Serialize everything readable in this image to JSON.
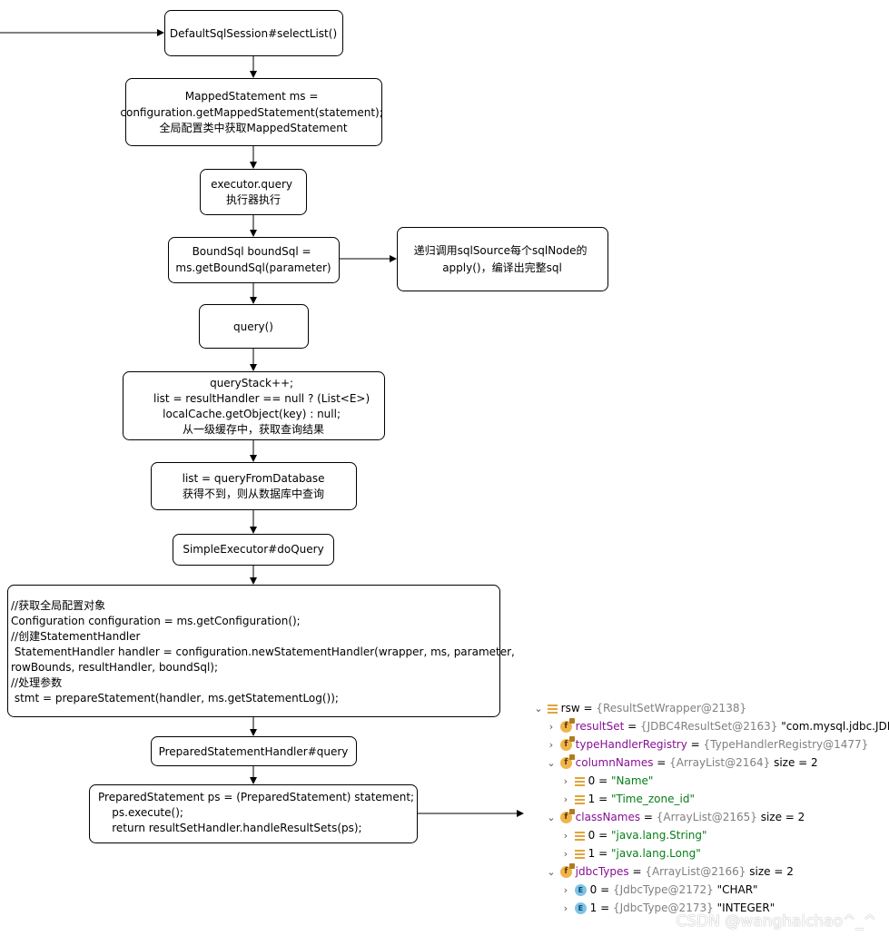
{
  "flowchart": {
    "nodes": [
      {
        "id": "selectList",
        "lines": [
          "DefaultSqlSession#selectList()"
        ]
      },
      {
        "id": "getMappedStatement",
        "lines": [
          "MappedStatement ms =",
          "configuration.getMappedStatement(statement);",
          "全局配置类中获取MappedStatement"
        ]
      },
      {
        "id": "executorQuery",
        "lines": [
          "executor.query",
          "执行器执行"
        ]
      },
      {
        "id": "getBoundSql",
        "lines": [
          "BoundSql boundSql =",
          "ms.getBoundSql(parameter)"
        ]
      },
      {
        "id": "sqlNodeApply",
        "lines": [
          "递归调用sqlSource每个sqlNode的",
          "apply()，编译出完整sql"
        ]
      },
      {
        "id": "query",
        "lines": [
          "query()"
        ]
      },
      {
        "id": "queryStack",
        "lines": [
          "queryStack++;",
          "list = resultHandler == null ? (List<E>)",
          "localCache.getObject(key) : null;",
          "从一级缓存中，获取查询结果"
        ]
      },
      {
        "id": "queryFromDatabase",
        "lines": [
          "list = queryFromDatabase",
          "获得不到，则从数据库中查询"
        ]
      },
      {
        "id": "doQuery",
        "lines": [
          "SimpleExecutor#doQuery"
        ]
      },
      {
        "id": "configBlock",
        "lines": [
          "//获取全局配置对象",
          "Configuration configuration = ms.getConfiguration();",
          "//创建StatementHandler",
          " StatementHandler handler = configuration.newStatementHandler(wrapper, ms, parameter,",
          "rowBounds, resultHandler, boundSql);",
          "//处理参数",
          " stmt = prepareStatement(handler, ms.getStatementLog());"
        ]
      },
      {
        "id": "preparedQuery",
        "lines": [
          "PreparedStatementHandler#query"
        ]
      },
      {
        "id": "execute",
        "lines": [
          "PreparedStatement ps = (PreparedStatement) statement;",
          "    ps.execute();",
          "    return resultSetHandler.handleResultSets(ps);"
        ]
      }
    ]
  },
  "debugger": {
    "rows": [
      {
        "expander": "expanded",
        "icon": "list-icon",
        "name": "rsw",
        "type": "{ResultSetWrapper@2138}",
        "value": ""
      },
      {
        "expander": "collapsed",
        "icon": "field-icon",
        "name": "resultSet",
        "type": "{JDBC4ResultSet@2163}",
        "value": "\"com.mysql.jdbc.JDBC"
      },
      {
        "expander": "collapsed",
        "icon": "field-icon",
        "name": "typeHandlerRegistry",
        "type": "{TypeHandlerRegistry@1477}",
        "value": ""
      },
      {
        "expander": "expanded",
        "icon": "field-icon",
        "name": "columnNames",
        "type": "{ArrayList@2164}",
        "value": " size = 2"
      },
      {
        "expander": "collapsed",
        "icon": "list-icon",
        "name": "0",
        "type": "",
        "value": "\"Name\""
      },
      {
        "expander": "collapsed",
        "icon": "list-icon",
        "name": "1",
        "type": "",
        "value": "\"Time_zone_id\""
      },
      {
        "expander": "expanded",
        "icon": "field-icon",
        "name": "classNames",
        "type": "{ArrayList@2165}",
        "value": " size = 2"
      },
      {
        "expander": "collapsed",
        "icon": "list-icon",
        "name": "0",
        "type": "",
        "value": "\"java.lang.String\""
      },
      {
        "expander": "collapsed",
        "icon": "list-icon",
        "name": "1",
        "type": "",
        "value": "\"java.lang.Long\""
      },
      {
        "expander": "expanded",
        "icon": "field-icon",
        "name": "jdbcTypes",
        "type": "{ArrayList@2166}",
        "value": " size = 2"
      },
      {
        "expander": "collapsed",
        "icon": "enum-icon",
        "name": "0",
        "type": "{JdbcType@2172}",
        "value": "\"CHAR\""
      },
      {
        "expander": "collapsed",
        "icon": "enum-icon",
        "name": "1",
        "type": "{JdbcType@2173}",
        "value": "\"INTEGER\""
      }
    ],
    "symbols": {
      "collapsed": "›",
      "expanded": "⌄",
      "field": "f",
      "enum": "E",
      "equals": " = "
    }
  },
  "watermark": "CSDN @wanghaichao^_^",
  "colors": {
    "border": "#000000",
    "name": "#871094",
    "type": "#808080",
    "string": "#067d17"
  }
}
